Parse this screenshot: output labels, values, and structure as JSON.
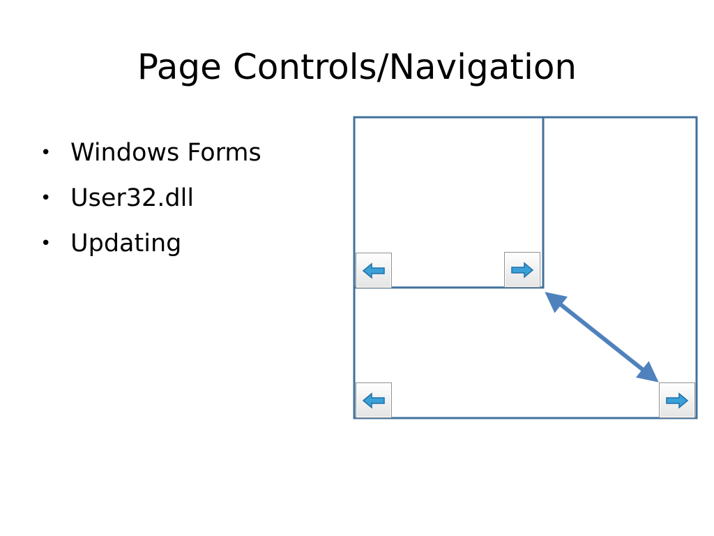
{
  "slide": {
    "title": "Page Controls/Navigation",
    "bullet_symbol": "•",
    "bullets": [
      "Windows Forms",
      "User32.dll",
      "Updating"
    ]
  },
  "diagram": {
    "frame_color": "#41719c",
    "connector_color": "#4f81bd",
    "buttons": [
      {
        "icon": "arrow-left-icon",
        "direction": "left"
      },
      {
        "icon": "arrow-right-icon",
        "direction": "right"
      },
      {
        "icon": "arrow-left-icon",
        "direction": "left"
      },
      {
        "icon": "arrow-right-icon",
        "direction": "right"
      }
    ],
    "arrow_color": "#3aa0d8"
  }
}
